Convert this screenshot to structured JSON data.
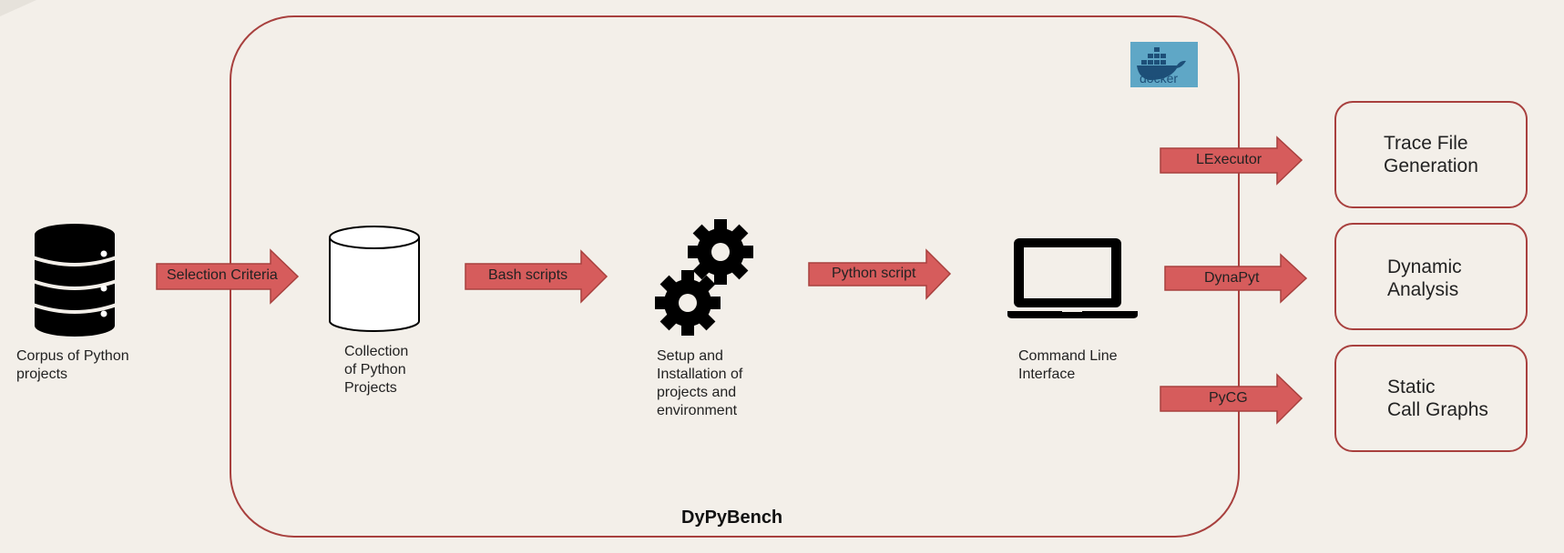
{
  "colors": {
    "background": "#f3efe9",
    "frame_border": "#a8403e",
    "arrow_fill": "#d65c5c",
    "arrow_stroke": "#a8403e",
    "icon": "#000000",
    "docker_bg": "#5fa7c6"
  },
  "diagram": {
    "title": "DyPyBench",
    "source": {
      "icon": "database-icon",
      "label": "Corpus of Python\nprojects"
    },
    "stages": [
      {
        "icon": "cylinder-icon",
        "label": "Collection\nof Python\nProjects"
      },
      {
        "icon": "gears-icon",
        "label": "Setup and\nInstallation of\nprojects and\nenvironment"
      },
      {
        "icon": "laptop-icon",
        "label": "Command Line\nInterface"
      }
    ],
    "arrows": [
      "Selection Criteria",
      "Bash scripts",
      "Python script"
    ],
    "docker": {
      "icon": "docker-logo-icon",
      "text": "docker"
    },
    "outputs": [
      {
        "arrow": "LExecutor",
        "label": "Trace File\nGeneration"
      },
      {
        "arrow": "DynaPyt",
        "label": "Dynamic\nAnalysis"
      },
      {
        "arrow": "PyCG",
        "label": "Static\nCall Graphs"
      }
    ]
  }
}
